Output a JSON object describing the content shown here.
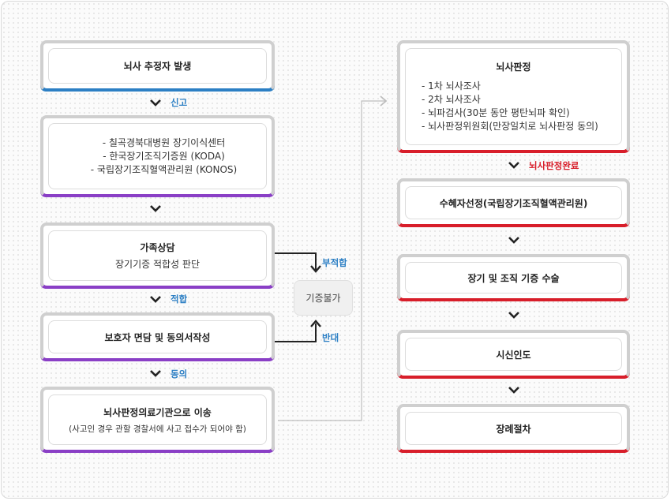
{
  "left": {
    "box1": {
      "title": "뇌사 추정자 발생"
    },
    "label1": "신고",
    "box2": {
      "items": [
        "- 칠곡경북대병원 장기이식센터",
        "- 한국장기조직기증원 (KODA)",
        "- 국립장기조직혈액관리원 (KONOS)"
      ]
    },
    "box3": {
      "title": "가족상담",
      "subtitle": "장기기증 적합성 판단"
    },
    "label3": "적합",
    "box4": {
      "title": "보호자 면담 및 동의서작성"
    },
    "label4": "동의",
    "box5": {
      "title": "뇌사판정의료기관으로 이송",
      "note": "(사고인 경우 관할 경찰서에 사고 접수가 되어야 함)"
    }
  },
  "middle": {
    "pill": "기증불가",
    "label_top": "부적합",
    "label_bottom": "반대"
  },
  "right": {
    "box1": {
      "title": "뇌사판정",
      "items": [
        "- 1차 뇌사조사",
        "- 2차 뇌사조사",
        "- 뇌파검사(30분 동안 평탄뇌파 확인)",
        "- 뇌사판정위원회(만장일치로 뇌사판정 동의)"
      ]
    },
    "label1": "뇌사판정완료",
    "box2": {
      "title": "수혜자선정(국립장기조직혈액관리원)"
    },
    "box3": {
      "title": "장기 및 조직 기증 수술"
    },
    "box4": {
      "title": "시신인도"
    },
    "box5": {
      "title": "장례절차"
    }
  },
  "colors": {
    "blue": "#2c7fc4",
    "purple": "#8a3fc6",
    "red": "#d81e2a",
    "gray": "#cfcfcf"
  }
}
